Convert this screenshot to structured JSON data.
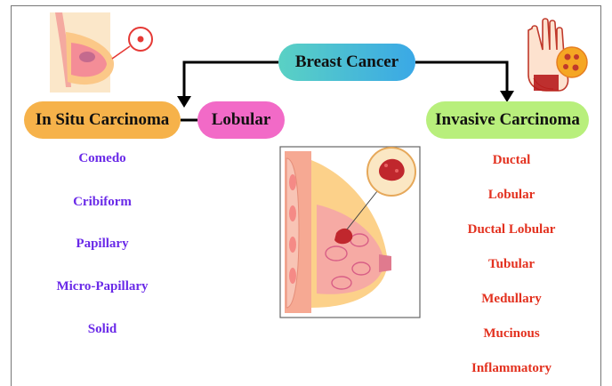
{
  "root": {
    "label": "Breast Cancer"
  },
  "in_situ": {
    "label": "In Situ Carcinoma",
    "types": [
      "Comedo",
      "Cribiform",
      "Papillary",
      "Micro-Papillary",
      "Solid"
    ],
    "color": "#6a2ae8"
  },
  "lobular": {
    "label": "Lobular"
  },
  "invasive": {
    "label": "Invasive Carcinoma",
    "types": [
      "Ductal",
      "Lobular",
      "Ductal Lobular",
      "Tubular",
      "Medullary",
      "Mucinous",
      "Inflammatory"
    ],
    "color": "#e3311f"
  },
  "icons": [
    "breast-icon",
    "hand-cell-icon",
    "breast-tumor-illustration"
  ]
}
